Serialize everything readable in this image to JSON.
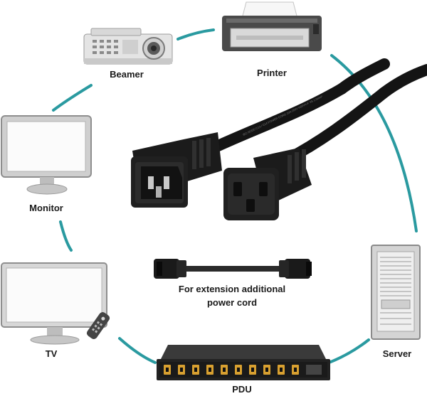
{
  "devices": {
    "beamer": {
      "label": "Beamer",
      "icon": "projector-icon"
    },
    "printer": {
      "label": "Printer",
      "icon": "printer-icon"
    },
    "monitor": {
      "label": "Monitor",
      "icon": "monitor-icon"
    },
    "tv": {
      "label": "TV",
      "icon": "tv-icon"
    },
    "pdu": {
      "label": "PDU",
      "icon": "pdu-icon"
    },
    "server": {
      "label": "Server",
      "icon": "server-icon"
    }
  },
  "caption": {
    "line1": "For extension additional",
    "line2": "power cord"
  },
  "cable_print": "IEC 60320 C13 / C14 POWER CORD 10A 250V H05VV-F 3G 1.0mm²",
  "colors": {
    "ring": "#2a9aa0",
    "cable": "#141414",
    "device_light": "#e9e9e9",
    "device_mid": "#bdbdbd",
    "device_dark": "#6a6a6a"
  }
}
